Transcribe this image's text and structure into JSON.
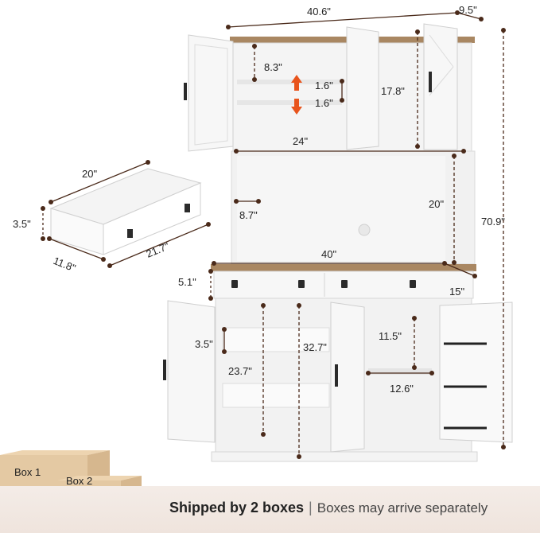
{
  "dimensions": {
    "top_width": "40.6\"",
    "top_depth": "9.5\"",
    "shelf_gap": "8.3\"",
    "shelf_adjust_up": "1.6\"",
    "shelf_adjust_down": "1.6\"",
    "door_height": "17.8\"",
    "upper_inner_width": "24\"",
    "total_height": "70.9\"",
    "hutch_opening_height": "20\"",
    "hutch_side_gap": "8.7\"",
    "counter_width": "40\"",
    "drawer_height_front": "5.1\"",
    "counter_depth": "15\"",
    "base_shelf_offset": "3.5\"",
    "base_inner_height": "32.7\"",
    "base_left_height": "23.7\"",
    "spice_shelf_gap": "11.5\"",
    "spice_shelf_width": "12.6\""
  },
  "drawer": {
    "width": "20\"",
    "height": "3.5\"",
    "depth": "11.8\"",
    "length": "21.7\""
  },
  "boxes": {
    "box1": "Box 1",
    "box2": "Box 2"
  },
  "footer": {
    "main": "Shipped by 2 boxes",
    "separator": "|",
    "note": "Boxes may arrive separately"
  },
  "colors": {
    "cabinet": "#ffffff",
    "wood_top": "#a98762",
    "dimension_line": "#4a2a1a",
    "arrow": "#e8541c",
    "box": "#e4c9a3",
    "footer_bg": "#f2e8e2"
  }
}
